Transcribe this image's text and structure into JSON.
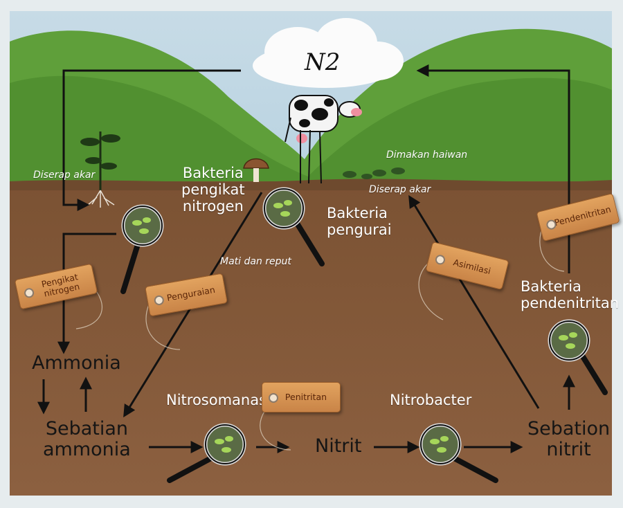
{
  "n2_label": "N2",
  "labels": {
    "diserap_akar_left": "Diserap akar",
    "bakteria_pengikat": "Bakteria\npengikat\nnitrogen",
    "bakteria_pengurai": "Bakteria\npengurai",
    "mati_dan_reput": "Mati dan reput",
    "dimakan_haiwan": "Dimakan haiwan",
    "diserap_akar_right": "Diserap akar",
    "bakteria_pendenitritan": "Bakteria\npendenitritan",
    "nitrosomanas": "Nitrosomanas",
    "nitrobacter": "Nitrobacter"
  },
  "nodes": {
    "ammonia": "Ammonia",
    "sebatian_ammonia": "Sebatian\nammonia",
    "nitrit": "Nitrit",
    "sebation_nitrit": "Sebation\nnitrit"
  },
  "tags": {
    "pengikat_nitrogen": "Pengikat\nnitrogen",
    "penguraian": "Penguraian",
    "penitritan": "Penitritan",
    "asimilasi": "Asimilasi",
    "pendenitritan": "Pendenitritan"
  },
  "colors": {
    "sky": "#a9cbe0",
    "hills": "#5a9a37",
    "soil": "#8a5d3b",
    "tag": "#d8975a",
    "arrow": "#111111"
  },
  "icons": [
    "magnifier-icon",
    "cow-icon",
    "mushroom-icon",
    "plant-icon",
    "cloud-icon"
  ]
}
